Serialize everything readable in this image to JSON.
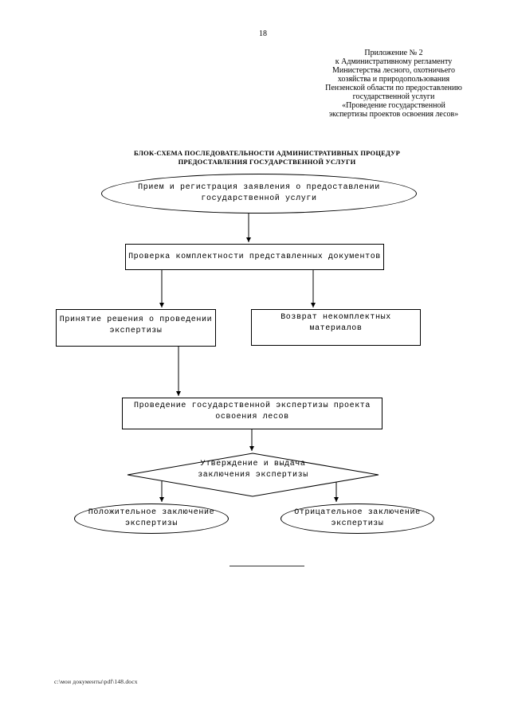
{
  "page": {
    "number": "18",
    "footer_path": "c:\\мои документы\\pdf\\148.docx"
  },
  "header": {
    "lines": [
      "Приложение № 2",
      "к Административному регламенту",
      "Министерства лесного, охотничьего",
      "хозяйства и природопользования",
      "Пензенской области по предоставлению",
      "государственной услуги",
      "«Проведение государственной",
      "экспертизы проектов освоения лесов»"
    ]
  },
  "title": {
    "lines": [
      "БЛОК-СХЕМА ПОСЛЕДОВАТЕЛЬНОСТИ АДМИНИСТРАТИВНЫХ ПРОЦЕДУР",
      "ПРЕДОСТАВЛЕНИЯ ГОСУДАРСТВЕННОЙ УСЛУГИ"
    ]
  },
  "flowchart": {
    "nodes": {
      "start": {
        "shape": "ellipse",
        "lines": [
          "Прием и регистрация заявления о предоставлении",
          "государственной услуги"
        ]
      },
      "check": {
        "shape": "rect",
        "lines": [
          "Проверка комплектности представленных документов"
        ]
      },
      "decision": {
        "shape": "rect",
        "lines": [
          "Принятие решения о проведении",
          "экспертизы"
        ]
      },
      "return": {
        "shape": "rect",
        "lines": [
          "Возврат некомплектных",
          "материалов"
        ]
      },
      "expertise": {
        "shape": "rect",
        "lines": [
          "Проведение государственной экспертизы проекта",
          "освоения лесов"
        ]
      },
      "approval": {
        "shape": "diamond",
        "lines": [
          "Утверждение и выдача",
          "заключения экспертизы"
        ]
      },
      "positive": {
        "shape": "ellipse",
        "lines": [
          "Положительное заключение",
          "экспертизы"
        ]
      },
      "negative": {
        "shape": "ellipse",
        "lines": [
          "Отрицательное заключение",
          "экспертизы"
        ]
      }
    }
  },
  "colors": {
    "ink": "#000000",
    "paper": "#ffffff"
  }
}
